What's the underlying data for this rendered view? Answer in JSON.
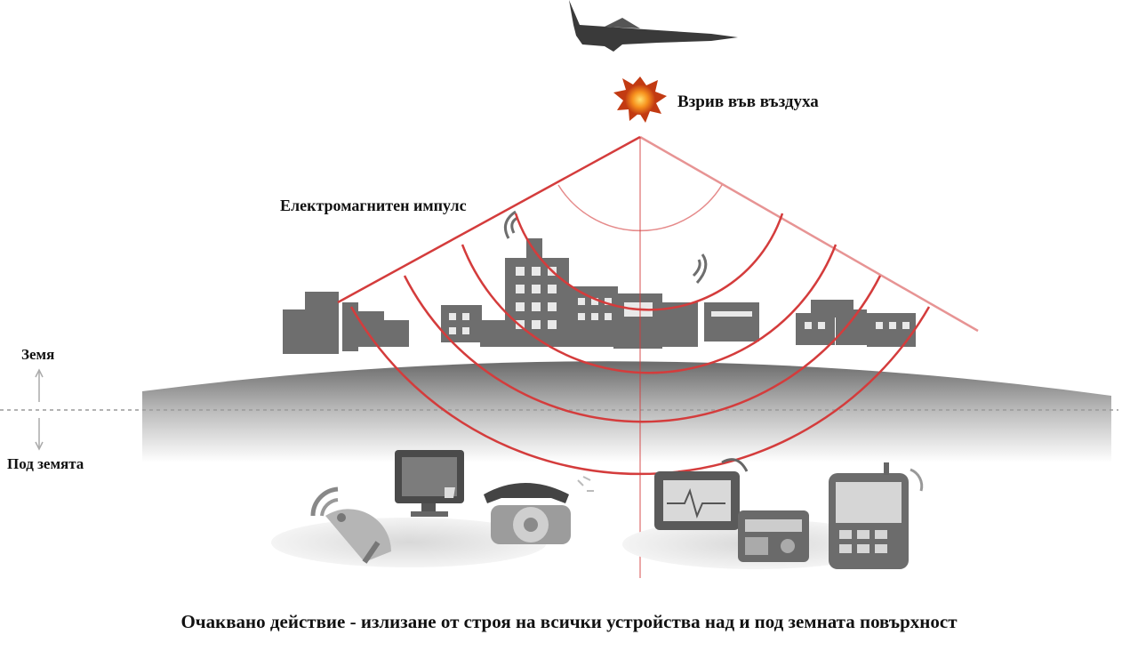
{
  "labels": {
    "air_burst": "Взрив във въздуха",
    "emp": "Електромагнитен импулс",
    "ground": "Земя",
    "underground": "Под земята"
  },
  "caption": "Очаквано действие - излизане от строя на всички устройства над и под земната повърхност",
  "icons": {
    "aircraft": "fighter-jet-icon",
    "blast": "explosion-icon",
    "devices": [
      "satellite-dish-icon",
      "computer-monitor-icon",
      "telephone-icon",
      "medical-monitor-icon",
      "radio-icon",
      "mobile-phone-icon"
    ]
  },
  "colors": {
    "pulse": "#d43c3c",
    "buildings": "#6e6e6e",
    "ground": "#8a8a8a",
    "text": "#111111"
  }
}
